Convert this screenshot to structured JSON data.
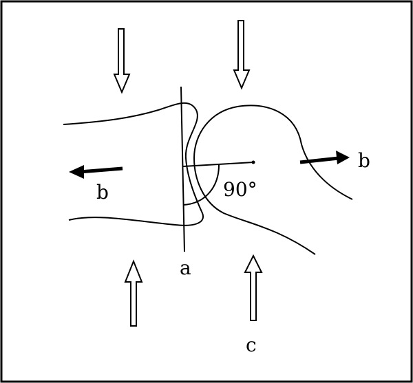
{
  "labels": {
    "left_b": "b",
    "right_b": "b",
    "a": "a",
    "c": "c",
    "angle": "90°"
  },
  "colors": {
    "ink": "#000000",
    "background": "#ffffff"
  },
  "icons": {
    "force_arrows_down": "hollow-arrow-down-icon",
    "force_arrows_up": "hollow-arrow-up-icon",
    "traction_arrows": "solid-arrow-icon"
  }
}
